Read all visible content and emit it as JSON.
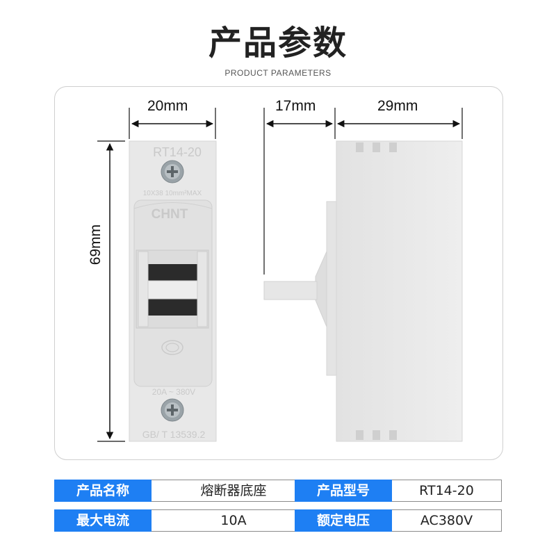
{
  "header": {
    "title": "产品参数",
    "subtitle": "PRODUCT PARAMETERS"
  },
  "dimensions": {
    "width": "20mm",
    "height": "69mm",
    "handle_depth": "17mm",
    "body_depth": "29mm"
  },
  "product_markings": {
    "model": "RT14-20",
    "fuse_size": "10X38 10mm²MAX",
    "brand": "CHNT",
    "rating": "20A ~ 380V",
    "standard": "GB/ T 13539.2"
  },
  "specs": [
    {
      "label": "产品名称",
      "value": "熔断器底座"
    },
    {
      "label": "产品型号",
      "value": "RT14-20"
    },
    {
      "label": "最大电流",
      "value": "10A"
    },
    {
      "label": "额定电压",
      "value": "AC380V"
    }
  ],
  "colors": {
    "accent": "#1e7ff3",
    "device_body": "#e9e9e9",
    "device_shade": "#d5d5d5"
  }
}
